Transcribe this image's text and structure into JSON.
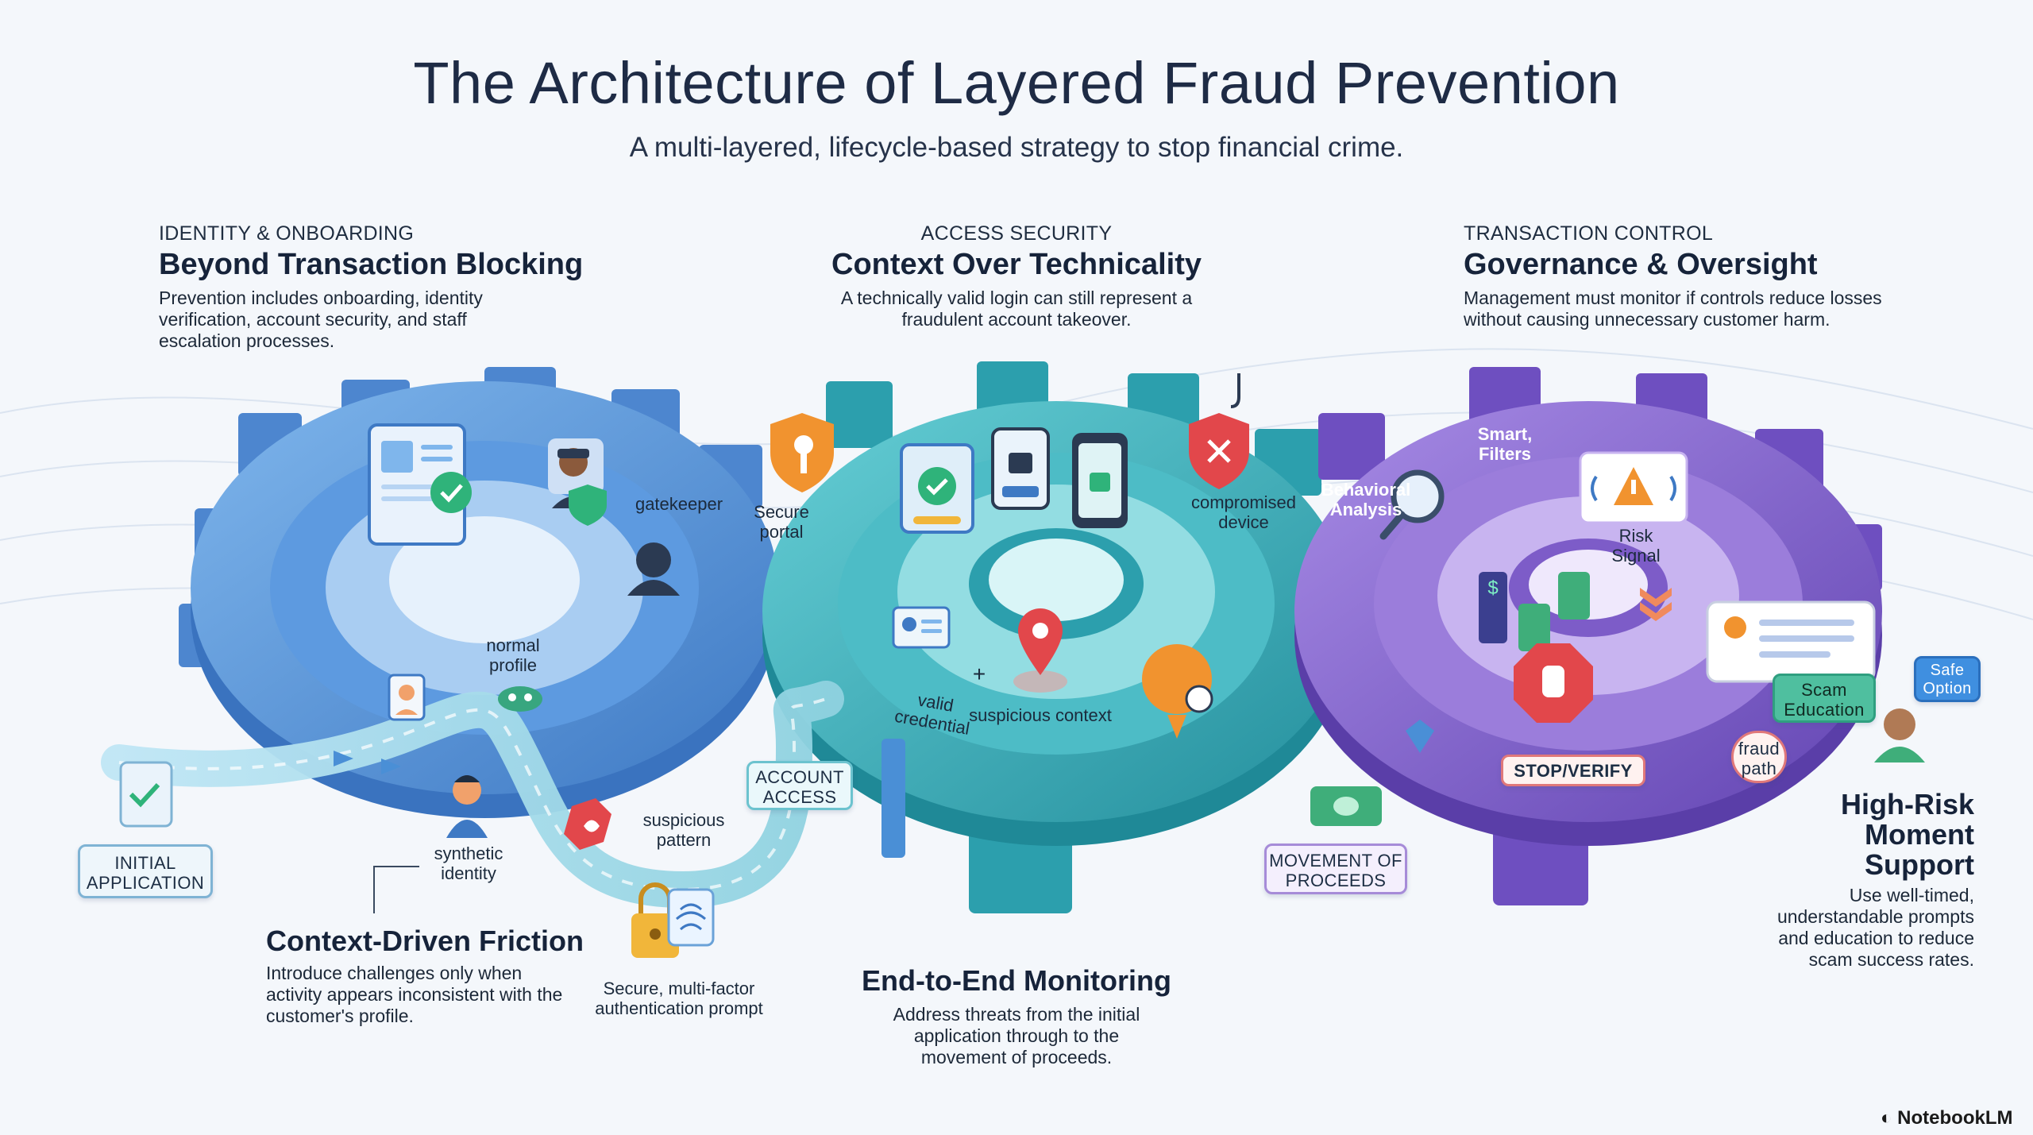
{
  "header": {
    "title": "The Architecture of Layered Fraud Prevention",
    "subtitle": "A multi-layered, lifecycle-based strategy to stop financial crime."
  },
  "sections": {
    "identity": {
      "kicker": "IDENTITY & ONBOARDING",
      "heading": "Beyond Transaction Blocking",
      "body": "Prevention includes onboarding, identity verification, account security, and staff escalation processes."
    },
    "access": {
      "kicker": "ACCESS SECURITY",
      "heading": "Context Over Technicality",
      "body": "A technically valid login can still represent a fraudulent account takeover."
    },
    "transaction": {
      "kicker": "TRANSACTION CONTROL",
      "heading": "Governance & Oversight",
      "body": "Management must monitor if controls reduce losses without causing unnecessary customer harm."
    },
    "friction": {
      "heading": "Context-Driven Friction",
      "body": "Introduce challenges only when activity appears inconsistent with the customer's profile."
    },
    "monitoring": {
      "heading": "End-to-End Monitoring",
      "body": "Address threats from the initial application through to the movement of proceeds."
    },
    "support": {
      "heading": "High-Risk Moment Support",
      "body": "Use well-timed, understandable prompts and education to reduce scam success rates."
    }
  },
  "labels": {
    "initial_application": "INITIAL APPLICATION",
    "gatekeeper": "gatekeeper",
    "normal_profile": "normal profile",
    "synthetic_identity": "synthetic identity",
    "suspicious_pattern": "suspicious pattern",
    "mfa_prompt": "Secure, multi-factor authentication prompt",
    "account_access": "ACCOUNT ACCESS",
    "secure_portal": "Secure portal",
    "compromised_device": "compromised device",
    "valid_credential": "valid credential",
    "suspicious_context": "suspicious context",
    "behavioral_analysis": "Behavioral Analysis",
    "smart_filters": "Smart, Filters",
    "risk_signal": "Risk Signal",
    "stop_verify": "STOP/VERIFY",
    "fraud_path": "fraud path",
    "scam_education": "Scam Education",
    "safe_option": "Safe Option",
    "movement_of_proceeds": "MOVEMENT OF PROCEEDS",
    "plus_sign": "+"
  },
  "branding": {
    "logo": "NotebookLM"
  },
  "colors": {
    "blue_gear": "#4f8fd6",
    "teal_gear": "#34a9b6",
    "purple_gear": "#7d5cc8",
    "path": "#9fd7ea",
    "alert_red": "#e2474b",
    "warning_orange": "#f1932f"
  }
}
